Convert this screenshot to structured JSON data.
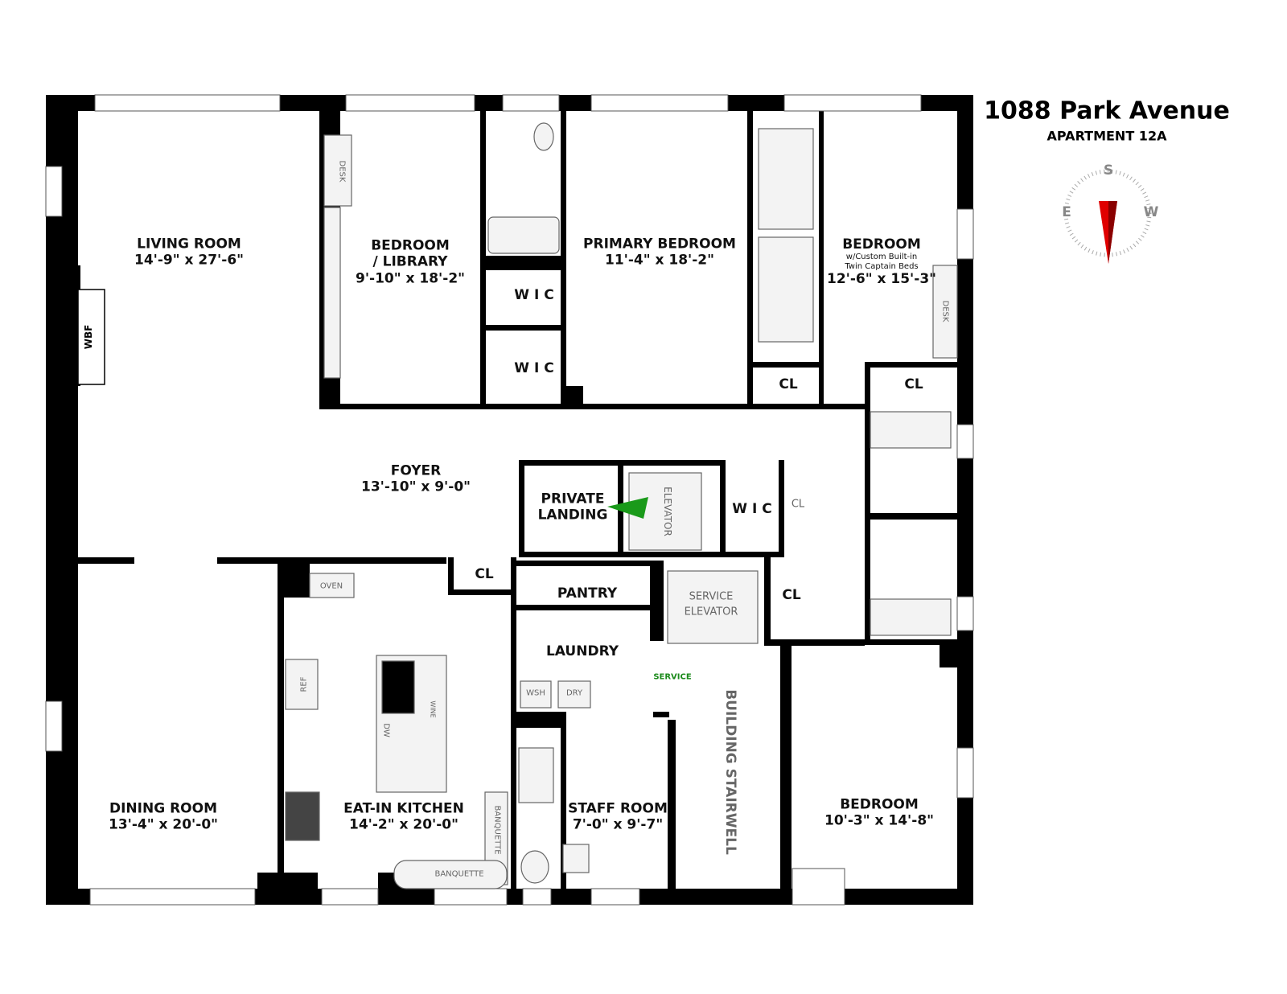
{
  "header": {
    "title": "1088 Park Avenue",
    "subtitle": "APARTMENT 12A"
  },
  "compass": {
    "north_label": "S",
    "east_label": "E",
    "west_label": "W",
    "needle_color": "#e00000"
  },
  "rooms": {
    "living": {
      "name": "LIVING ROOM",
      "dims": "14'-9\" x 27'-6\""
    },
    "library": {
      "name": "BEDROOM",
      "name2": "/ LIBRARY",
      "dims": "9'-10\" x 18'-2\""
    },
    "primary": {
      "name": "PRIMARY BEDROOM",
      "dims": "11'-4\" x 18'-2\""
    },
    "bedroom_ne": {
      "name": "BEDROOM",
      "note1": "w/Custom Built-in",
      "note2": "Twin Captain Beds",
      "dims": "12'-6\" x 15'-3\""
    },
    "foyer": {
      "name": "FOYER",
      "dims": "13'-10\" x 9'-0\""
    },
    "landing": {
      "name": "PRIVATE",
      "name2": "LANDING"
    },
    "dining": {
      "name": "DINING ROOM",
      "dims": "13'-4\" x 20'-0\""
    },
    "kitchen": {
      "name": "EAT-IN KITCHEN",
      "dims": "14'-2\" x 20'-0\""
    },
    "staff": {
      "name": "STAFF ROOM",
      "dims": "7'-0\" x 9'-7\""
    },
    "bedroom_se": {
      "name": "BEDROOM",
      "dims": "10'-3\" x 14'-8\""
    },
    "pantry": {
      "name": "PANTRY"
    },
    "laundry": {
      "name": "LAUNDRY"
    },
    "stairwell": {
      "name": "BUILDING STAIRWELL"
    },
    "wic1": {
      "name": "W I C"
    },
    "wic2": {
      "name": "W I C"
    },
    "wic3": {
      "name": "W I C"
    },
    "cl1": {
      "name": "CL"
    },
    "cl2": {
      "name": "CL"
    },
    "cl3": {
      "name": "CL"
    },
    "cl4": {
      "name": "CL"
    },
    "cl5": {
      "name": "CL"
    }
  },
  "fixtures": {
    "wbf": "WBF",
    "desk1": "DESK",
    "desk2": "DESK",
    "elevator": "ELEVATOR",
    "service_elevator": "SERVICE",
    "service_elevator2": "ELEVATOR",
    "service": "SERVICE",
    "oven": "OVEN",
    "ref": "REF",
    "dw": "DW",
    "wine": "WINE",
    "wsh": "WSH",
    "dry": "DRY",
    "banquette1": "BANQUETTE",
    "banquette2": "BANQUETTE"
  },
  "colors": {
    "wall": "#000000",
    "service_text": "#1a8a1a",
    "entry_arrow": "#1a9a1a"
  }
}
